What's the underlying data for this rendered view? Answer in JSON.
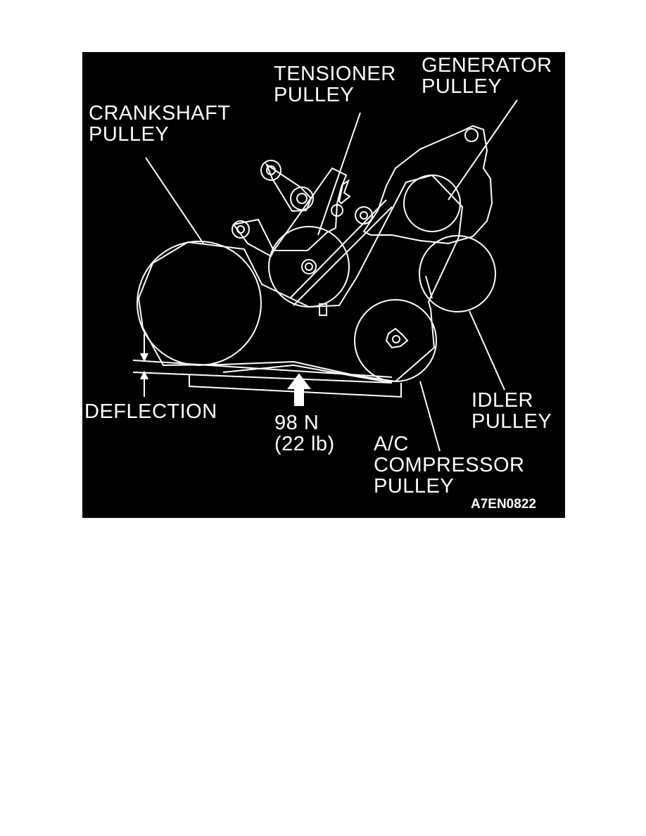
{
  "figure": {
    "labels": {
      "tensioner": [
        "TENSIONER",
        "PULLEY"
      ],
      "generator": [
        "GENERATOR",
        "PULLEY"
      ],
      "crankshaft": [
        "CRANKSHAFT",
        "PULLEY"
      ],
      "deflection": "DEFLECTION",
      "force": [
        "98 N",
        "(22 lb)"
      ],
      "idler": [
        "IDLER",
        "PULLEY"
      ],
      "ac_compressor": [
        "A/C",
        "COMPRESSOR",
        "PULLEY"
      ]
    },
    "figure_code": "A7EN0822",
    "colors": {
      "background": "#000000",
      "ink": "#ffffff",
      "page": "#ffffff"
    }
  }
}
